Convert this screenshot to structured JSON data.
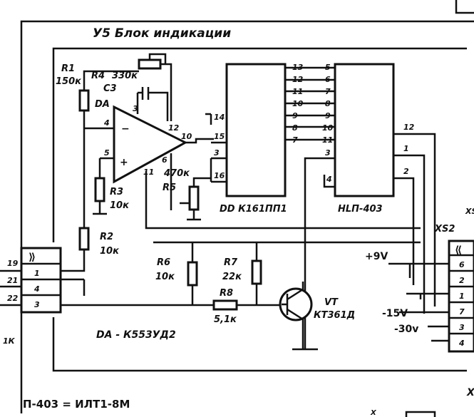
{
  "block": {
    "title": "У5 Блок индикации"
  },
  "components": {
    "r1": {
      "ref": "R1",
      "value": "150к"
    },
    "r2": {
      "ref": "R2",
      "value": "10к"
    },
    "r3": {
      "ref": "R3",
      "value": "10к"
    },
    "r4": {
      "ref": "R4",
      "value": "330к"
    },
    "r5": {
      "ref": "R5",
      "value": "470к"
    },
    "r6": {
      "ref": "R6",
      "value": "10к"
    },
    "r7": {
      "ref": "R7",
      "value": "22к"
    },
    "r8": {
      "ref": "R8",
      "value": "5,1к"
    },
    "c3": {
      "ref": "C3"
    },
    "da": {
      "ref": "DA",
      "part": "DA - К553УД2"
    },
    "dd": {
      "part": "DD К161ПП1"
    },
    "hl": {
      "part": "HLП-403"
    },
    "vt": {
      "ref": "VT",
      "part": "КТ361Д"
    }
  },
  "opamp_pins": {
    "inv": "4",
    "noninv": "5",
    "p3": "3",
    "p12": "12",
    "out": "10",
    "p6": "6",
    "p11": "11"
  },
  "dd_pins": {
    "left": [
      "14",
      "15",
      "3",
      "16"
    ],
    "right": [
      "13",
      "12",
      "11",
      "10",
      "9",
      "8",
      "7"
    ]
  },
  "hl_pins": {
    "left": [
      "5",
      "6",
      "7",
      "8",
      "9",
      "10",
      "11",
      "3"
    ],
    "right": [
      "12",
      "1",
      "2"
    ],
    "bottom": "4"
  },
  "connector_left": {
    "ext_pins": [
      "19",
      "21",
      "22"
    ],
    "pins": [
      "1",
      "4",
      "3"
    ]
  },
  "connector_right": {
    "ref": "XS2",
    "pins": [
      "6",
      "2",
      "1",
      "7",
      "3",
      "4"
    ],
    "voltages": [
      "+9V",
      "-15V",
      "-30v"
    ]
  },
  "edge_labels": {
    "left_bottom": "1К",
    "right_top": "XS",
    "right_mid": "X",
    "bottom_right": "X"
  },
  "note": "П-403 = ИЛТ1-8М"
}
